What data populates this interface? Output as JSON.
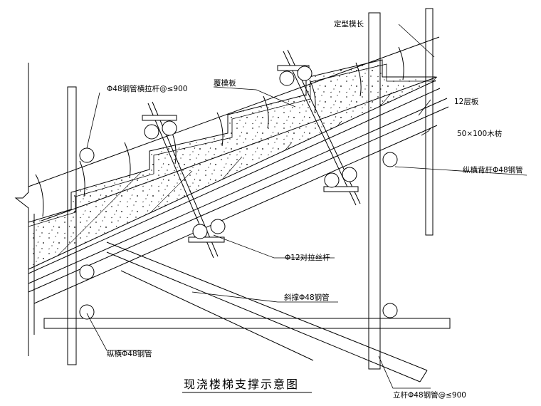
{
  "title": "现浇楼梯支撑示意图",
  "labels": {
    "form_length": "定型模长",
    "tie_bar": "Φ48钢管横拉杆@≤900",
    "cover_form": "覆模板",
    "plywood": "12层板",
    "timber": "50×100木枋",
    "back_bar": "纵横背杆Φ48钢管",
    "screw_rod": "Φ12对拉丝杆",
    "brace": "斜撑Φ48钢管",
    "horizontal_pipe": "纵横Φ48钢管",
    "post": "立杆Φ48钢管@≤900"
  }
}
